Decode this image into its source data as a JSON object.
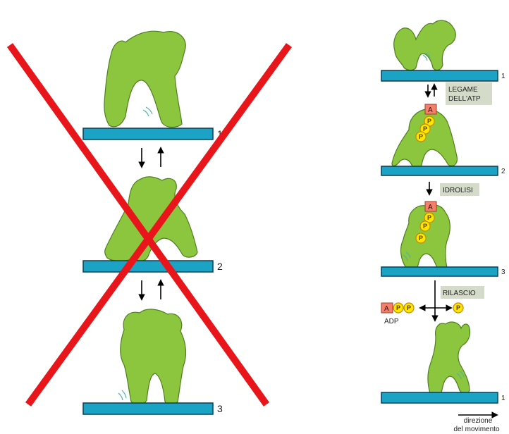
{
  "left_panel": {
    "state_labels": [
      "1",
      "2",
      "3"
    ],
    "crossed_out": true,
    "cross_color": "#e8161b"
  },
  "right_panel": {
    "state_labels": [
      "1",
      "2",
      "3",
      "1"
    ],
    "steps": {
      "atp_binding_line1": "LEGAME",
      "atp_binding_line2": "DELL'ATP",
      "hydrolysis": "IDROLISI",
      "release": "RILASCIO"
    },
    "atp": {
      "adenosine": "A",
      "phosphate": "P"
    },
    "adp_label": "ADP",
    "direction_line1": "direzione",
    "direction_line2": "del movimento"
  },
  "colors": {
    "filament": "#1aa3c4",
    "protein": "#8cc63f",
    "step_box": "#d4dbc9",
    "phosphate": "#ffe600",
    "adenosine": "#f4806b"
  }
}
